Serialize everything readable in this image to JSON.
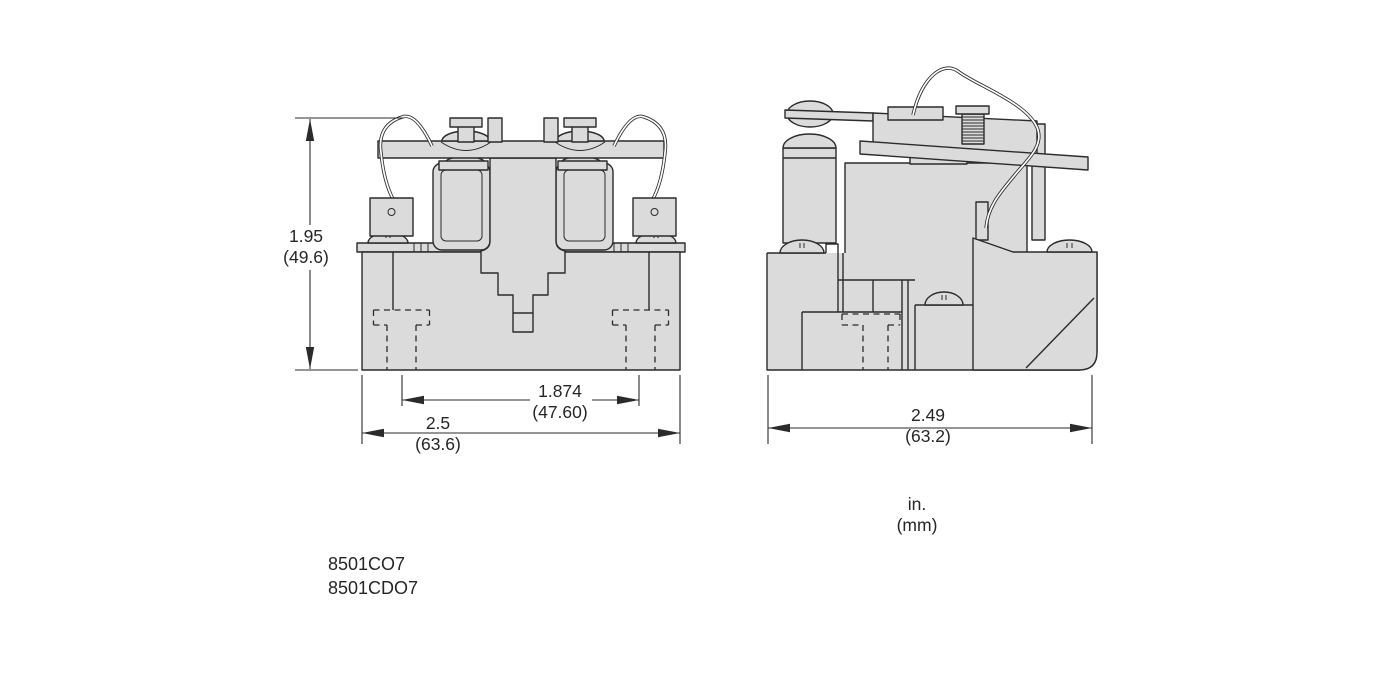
{
  "drawing": {
    "product_code_line1": "8501CO7",
    "product_code_line2": "8501CDO7",
    "units_primary": "in.",
    "units_secondary": "(mm)",
    "front_view": {
      "height_in": "1.95",
      "height_mm": "(49.6)",
      "terminal_span_in": "1.874",
      "terminal_span_mm": "(47.60)",
      "width_in": "2.5",
      "width_mm": "(63.6)"
    },
    "side_view": {
      "depth_in": "2.49",
      "depth_mm": "(63.2)"
    },
    "colors": {
      "part_fill": "#dbdbdb",
      "line": "#2b2b2b",
      "text": "#262626",
      "background": "#ffffff"
    }
  }
}
